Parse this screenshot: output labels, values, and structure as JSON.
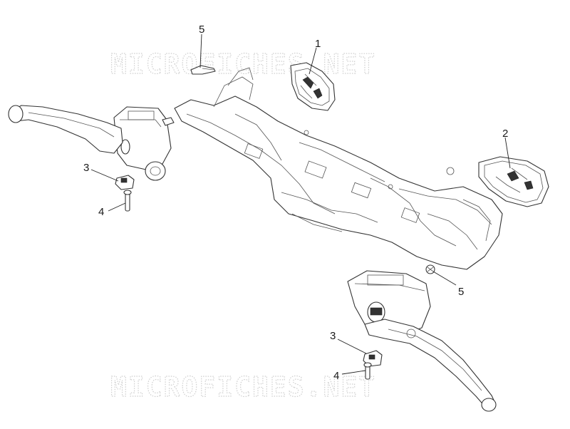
{
  "watermark": {
    "top": "MICROFICHES.NET",
    "bottom": "MICROFICHES.NET"
  },
  "callouts": [
    {
      "id": "c1",
      "label": "1"
    },
    {
      "id": "c2",
      "label": "2"
    },
    {
      "id": "c3a",
      "label": "3"
    },
    {
      "id": "c3b",
      "label": "3"
    },
    {
      "id": "c4a",
      "label": "4"
    },
    {
      "id": "c4b",
      "label": "4"
    },
    {
      "id": "c5a",
      "label": "5"
    },
    {
      "id": "c5b",
      "label": "5"
    }
  ]
}
